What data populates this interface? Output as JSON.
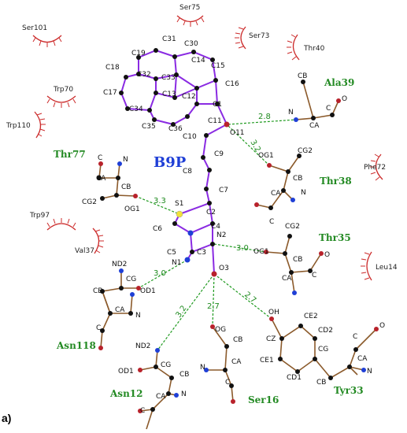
{
  "ligand": {
    "name": "B9P"
  },
  "panel_label": "a)",
  "colors": {
    "ligand_bond": "#8a2be2",
    "residue_bond": "#8b5a2b",
    "hbond": "#1f9a1f",
    "hydrophobic": "#cc2b2b",
    "carbon": "#111111",
    "nitrogen": "#1f3fd6",
    "oxygen": "#b8222b",
    "sulfur": "#f2e23a"
  },
  "ligand_atoms": {
    "C31": "C31",
    "C30": "C30",
    "C19": "C19",
    "C14": "C14",
    "C15": "C15",
    "C18": "C18",
    "C32": "C32",
    "C33": "C33",
    "C16": "C16",
    "C17": "C17",
    "C13": "C13",
    "C12": "C12",
    "C1": "C1",
    "C34": "C34",
    "C35": "C35",
    "C36": "C36",
    "C10": "C10",
    "C11": "C11",
    "O11": "O11",
    "C9": "C9",
    "C8": "C8",
    "C7": "C7",
    "S1": "S1",
    "C2": "C2",
    "C6": "C6",
    "C4": "C4",
    "N2": "N2",
    "C5": "C5",
    "C3": "C3",
    "N1": "N1",
    "O3": "O3"
  },
  "residues": {
    "ala39": {
      "name": "Ala39",
      "atoms": {
        "CB": "CB",
        "N": "N",
        "CA": "CA",
        "C": "C",
        "O": "O"
      }
    },
    "thr38": {
      "name": "Thr38",
      "atoms": {
        "OG1": "OG1",
        "CG2": "CG2",
        "CB": "CB",
        "CA": "CA",
        "N": "N",
        "C": "C"
      }
    },
    "thr77": {
      "name": "Thr77",
      "atoms": {
        "C": "C",
        "N": "N",
        "CA": "CA",
        "CB": "CB",
        "CG2": "CG2",
        "OG1": "OG1"
      }
    },
    "thr35": {
      "name": "Thr35",
      "atoms": {
        "CG2": "CG2",
        "OG1": "OG1",
        "CB": "CB",
        "CA": "CA",
        "C": "C",
        "O": "O"
      }
    },
    "asn118": {
      "name": "Asn118",
      "atoms": {
        "ND2": "ND2",
        "CG": "CG",
        "CB": "CB",
        "OD1": "OD1",
        "CA": "CA",
        "N": "N",
        "C": "C"
      }
    },
    "asn12": {
      "name": "Asn12",
      "atoms": {
        "ND2": "ND2",
        "OD1": "OD1",
        "CG": "CG",
        "CB": "CB",
        "CA": "CA",
        "N": "N",
        "C": "C"
      }
    },
    "ser16": {
      "name": "Ser16",
      "atoms": {
        "OG": "OG",
        "CB": "CB",
        "CA": "CA",
        "N": "N",
        "C": "C"
      }
    },
    "tyr33": {
      "name": "Tyr33",
      "atoms": {
        "OH": "OH",
        "CE2": "CE2",
        "CZ": "CZ",
        "CD2": "CD2",
        "CG": "CG",
        "CE1": "CE1",
        "CD1": "CD1",
        "CB": "CB",
        "C": "C",
        "CA": "CA",
        "N": "N",
        "O": "O"
      }
    }
  },
  "hydrophobic_contacts": [
    "Ser101",
    "Ser75",
    "Ser73",
    "Thr40",
    "Trp70",
    "Trp110",
    "Phe72",
    "Trp97",
    "Val37",
    "Leu14"
  ],
  "hbond_distances": {
    "ala39": "2.8",
    "thr38": "3.2",
    "thr77": "3.3",
    "thr35": "3.0",
    "asn118": "3.0",
    "asn12": "3.2",
    "ser16": "2.7",
    "tyr33": "2.7"
  }
}
